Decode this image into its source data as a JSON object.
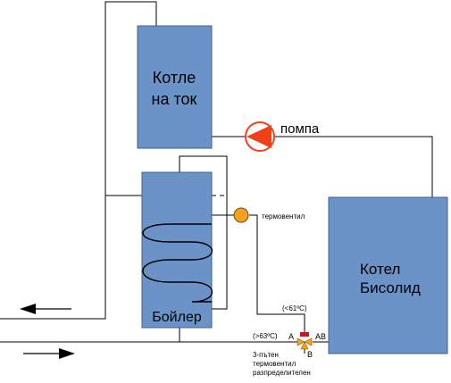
{
  "blocks": {
    "electric_boiler": {
      "line1": "Котле",
      "line2": "на ток"
    },
    "tank": {
      "label": "Бойлер"
    },
    "solid_boiler": {
      "line1": "Котел",
      "line2": "Бисолид"
    }
  },
  "pump": {
    "label": "помпа"
  },
  "thermo_valve": {
    "label": "термовентил"
  },
  "three_way_valve": {
    "temp_return": "(<61ºC)",
    "temp_supply": "(>63ºC)",
    "port_a": "A",
    "port_ab": "AB",
    "port_b": "B",
    "caption_line1": "3-пътен",
    "caption_line2": "термовентил",
    "caption_line3": "разпределителен"
  },
  "colors": {
    "block_fill": "#6b93c8",
    "block_stroke": "#3f5f8f",
    "pump": "#f04018",
    "thermo_valve": "#f5a020",
    "three_way_valve_top": "#c0182c",
    "three_way_valve_body": "#f5a020"
  },
  "icons": [
    "pump-icon",
    "thermo-valve-icon",
    "three-way-valve-icon",
    "arrow-left-icon",
    "arrow-right-icon",
    "coil-icon"
  ]
}
